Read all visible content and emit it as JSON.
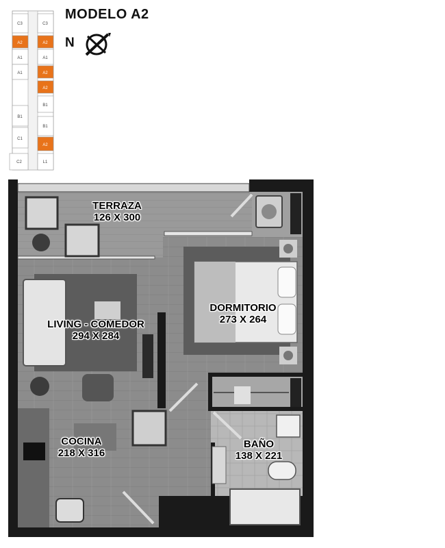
{
  "header": {
    "model_title": "MODELO A2",
    "north_label": "N"
  },
  "colors": {
    "highlight": "#e8731a",
    "wall": "#1a1a1a",
    "floor": "#8a8a8a",
    "rug": "#5a5a5a"
  },
  "keyplan": {
    "left_column": [
      "C3",
      "A2",
      "A1",
      "A1",
      "B1",
      "C1",
      "C2"
    ],
    "right_column": [
      "C3",
      "A2",
      "A1",
      "A2",
      "A2",
      "B1",
      "B1",
      "A2",
      "L1"
    ],
    "highlighted_unit": "A2"
  },
  "rooms": {
    "terraza": {
      "name": "TERRAZA",
      "size": "126 X 300"
    },
    "living": {
      "name": "LIVING - COMEDOR",
      "size": "294 X 284"
    },
    "dormitorio": {
      "name": "DORMITORIO",
      "size": "273 X 264"
    },
    "cocina": {
      "name": "COCINA",
      "size": "218 X 316"
    },
    "bano": {
      "name": "BAÑO",
      "size": "138 X 221"
    }
  }
}
